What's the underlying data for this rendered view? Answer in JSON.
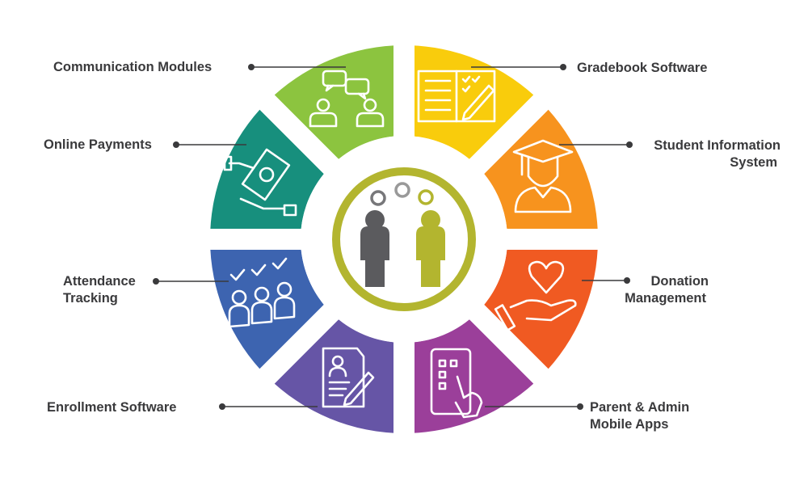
{
  "title": "Education Management Software Components",
  "segments": [
    {
      "id": "gradebook",
      "label_lines": [
        "Gradebook Software"
      ],
      "color": "#f9cc0c",
      "icon": "gradebook-icon"
    },
    {
      "id": "student-info",
      "label_lines": [
        "Student Information",
        "System"
      ],
      "color": "#f7931e",
      "icon": "graduate-icon"
    },
    {
      "id": "donation",
      "label_lines": [
        "Donation",
        "Management"
      ],
      "color": "#f05a22",
      "icon": "heart-hand-icon"
    },
    {
      "id": "mobile-apps",
      "label_lines": [
        "Parent & Admin",
        "Mobile Apps"
      ],
      "color": "#9b3f9a",
      "icon": "tablet-touch-icon"
    },
    {
      "id": "enrollment",
      "label_lines": [
        "Enrollment Software"
      ],
      "color": "#6655a6",
      "icon": "document-pencil-icon"
    },
    {
      "id": "attendance",
      "label_lines": [
        "Attendance",
        "Tracking"
      ],
      "color": "#3d64b0",
      "icon": "people-check-icon"
    },
    {
      "id": "payments",
      "label_lines": [
        "Online Payments"
      ],
      "color": "#178f7d",
      "icon": "money-hand-icon"
    },
    {
      "id": "communication",
      "label_lines": [
        "Communication Modules"
      ],
      "color": "#8cc43f",
      "icon": "chat-people-icon"
    }
  ],
  "center": {
    "icon": "two-people-thinking-icon",
    "ring_color": "#b3b52f",
    "person_dark": "#5b5b5e",
    "person_light": "#b3b52f"
  }
}
